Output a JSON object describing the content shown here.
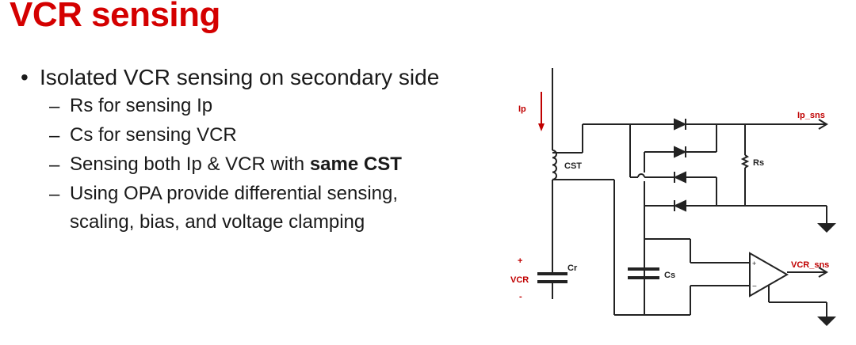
{
  "title": "VCR sensing",
  "bullets": {
    "main": "Isolated VCR sensing on secondary side",
    "subs": [
      {
        "text": "Rs for sensing Ip"
      },
      {
        "text": "Cs for sensing VCR"
      },
      {
        "text_before": "Sensing both Ip & VCR with ",
        "text_bold": "same CST"
      },
      {
        "line1": "Using OPA provide differential sensing,",
        "line2": "scaling, bias, and voltage clamping"
      }
    ],
    "bullet_glyph": "•",
    "dash_glyph": "–"
  },
  "circuit": {
    "labels": {
      "ip": "Ip",
      "cst": "CST",
      "rs": "Rs",
      "ip_sns": "Ip_sns",
      "plus": "+",
      "vcr": "VCR",
      "minus": "-",
      "cr": "Cr",
      "cs": "Cs",
      "vcr_sns": "VCR_sns",
      "opa_plus": "+",
      "opa_minus": "−"
    },
    "colors": {
      "label_red": "#c00000",
      "wire": "#222222",
      "title_red": "#d40000"
    }
  }
}
